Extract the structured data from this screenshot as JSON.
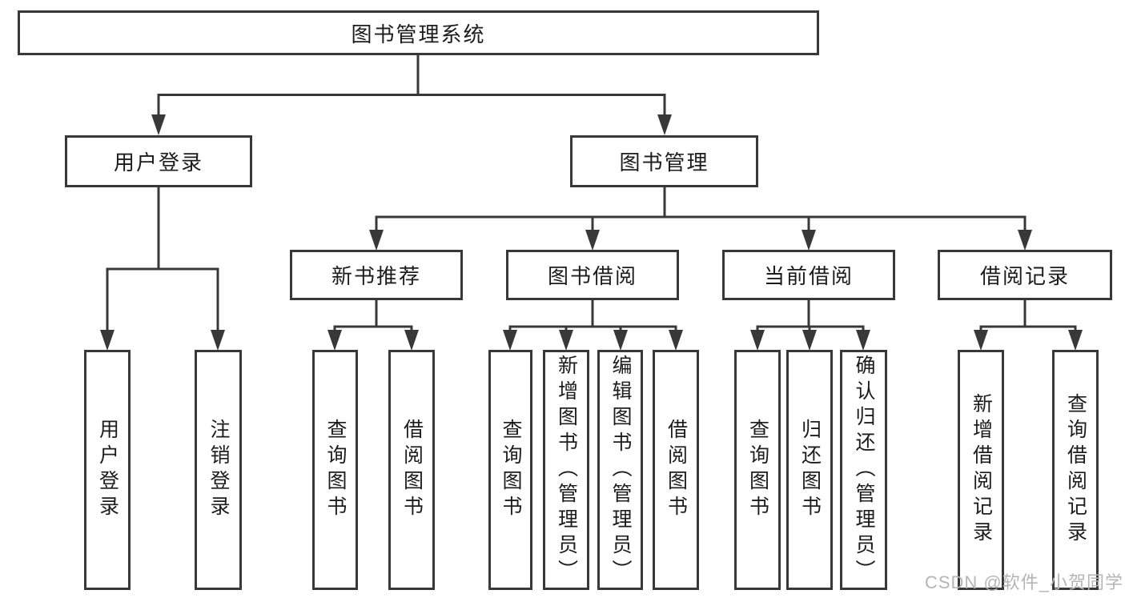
{
  "tree": {
    "label": "图书管理系统",
    "children": [
      {
        "label": "用户登录",
        "children": [
          {
            "label": "用户登录"
          },
          {
            "label": "注销登录"
          }
        ]
      },
      {
        "label": "图书管理",
        "children": [
          {
            "label": "新书推荐",
            "children": [
              {
                "label": "查询图书"
              },
              {
                "label": "借阅图书"
              }
            ]
          },
          {
            "label": "图书借阅",
            "children": [
              {
                "label": "查询图书"
              },
              {
                "label": "新增图书（管理员）"
              },
              {
                "label": "编辑图书（管理员）"
              },
              {
                "label": "借阅图书"
              }
            ]
          },
          {
            "label": "当前借阅",
            "children": [
              {
                "label": "查询图书"
              },
              {
                "label": "归还图书"
              },
              {
                "label": "确认归还（管理员）"
              }
            ]
          },
          {
            "label": "借阅记录",
            "children": [
              {
                "label": "新增借阅记录"
              },
              {
                "label": "查询借阅记录"
              }
            ]
          }
        ]
      }
    ]
  },
  "watermark": {
    "text": "CSDN @软件_小贺同学"
  },
  "colors": {
    "line": "#383838",
    "border": "#383838",
    "text": "#1c1c1c",
    "watermark": "#b5b5b5",
    "background": "#ffffff"
  }
}
